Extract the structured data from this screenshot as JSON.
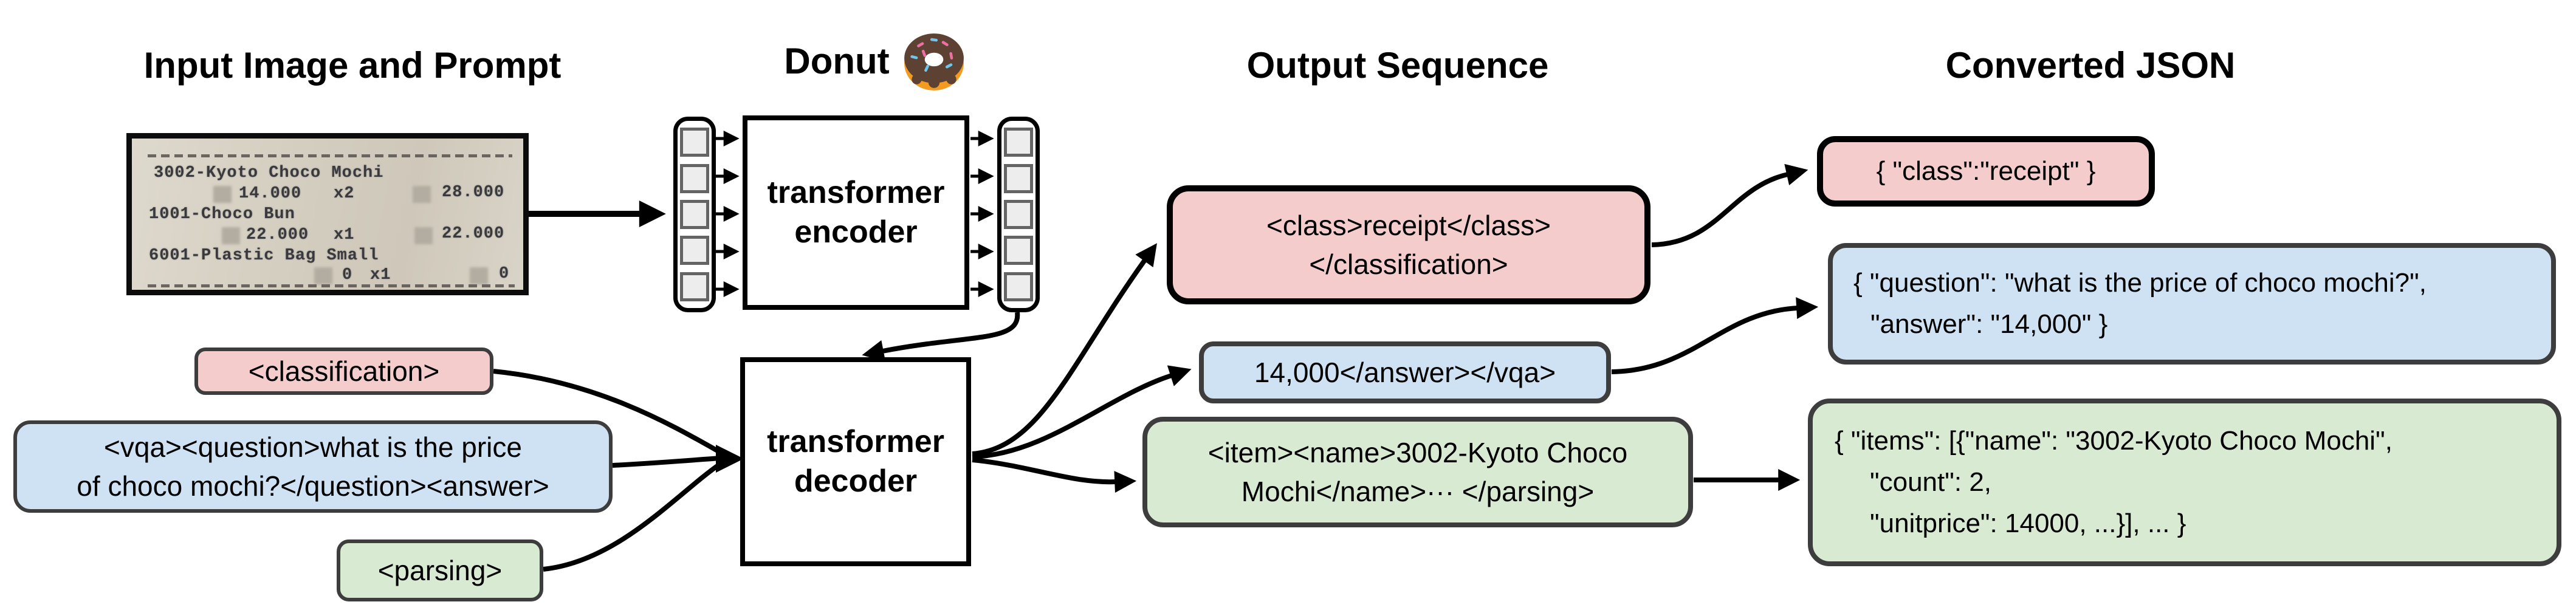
{
  "titles": {
    "input": "Input Image and Prompt",
    "model": "Donut",
    "output": "Output Sequence",
    "json": "Converted JSON"
  },
  "receipt": {
    "items": [
      {
        "name": "3002-Kyoto Choco Mochi",
        "unit": "14.000",
        "qty": "x2",
        "amount": "28.000"
      },
      {
        "name": "1001-Choco Bun",
        "unit": "22.000",
        "qty": "x1",
        "amount": "22.000"
      },
      {
        "name": "6001-Plastic Bag Small",
        "unit": "0",
        "qty": "x1",
        "amount": "0"
      }
    ]
  },
  "model": {
    "encoder": {
      "line1": "transformer",
      "line2": "encoder"
    },
    "decoder": {
      "line1": "transformer",
      "line2": "decoder"
    }
  },
  "prompts": {
    "classification": {
      "text": "<classification>"
    },
    "vqa": {
      "line1": "<vqa><question>what is the price",
      "line2": "of choco mochi?</question><answer>"
    },
    "parsing": {
      "text": "<parsing>"
    }
  },
  "outputs": {
    "classification": {
      "line1": "<class>receipt</class>",
      "line2": "</classification>"
    },
    "vqa": {
      "text": "14,000</answer></vqa>"
    },
    "parsing": {
      "line1": "<item><name>3002-Kyoto Choco",
      "line2": "Mochi</name>··· </parsing>"
    }
  },
  "json_outputs": {
    "classification": {
      "text": "{ \"class\":\"receipt\" }"
    },
    "vqa": {
      "line1": "{ \"question\": \"what is the price of choco mochi?\",",
      "line2": "\"answer\": \"14,000\" }"
    },
    "parsing": {
      "line1": "{ \"items\": [{\"name\": \"3002-Kyoto Choco Mochi\",",
      "line2": "\"count\": 2,",
      "line3": "\"unitprice\": 14000, ...}], ... }"
    }
  },
  "colors": {
    "classification_fill": "#f4cccc",
    "vqa_fill": "#cfe2f3",
    "parsing_fill": "#d9ead3",
    "border_dark": "#3d3d3d",
    "border_black": "#000000"
  }
}
